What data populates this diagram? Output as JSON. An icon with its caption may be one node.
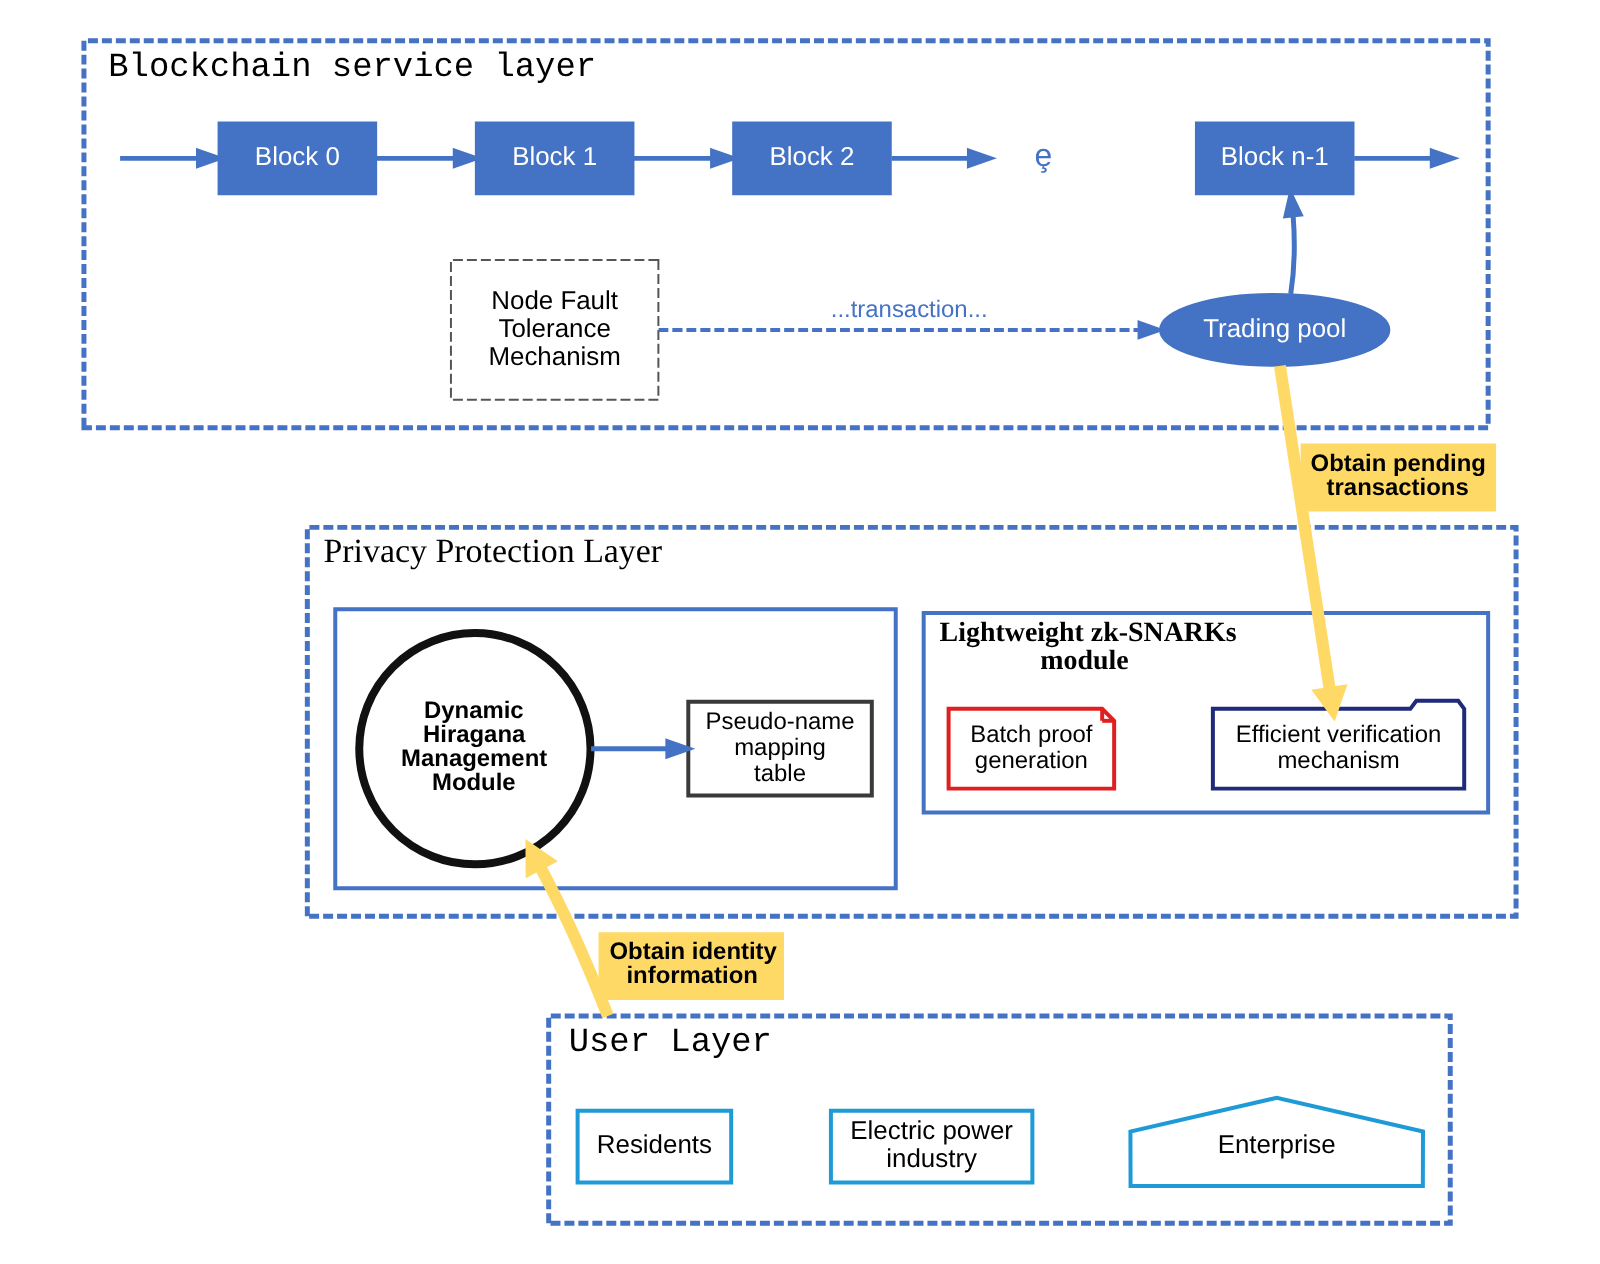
{
  "diagram": {
    "nodes": [
      {
        "text": [
          "Blockchain service layer"
        ]
      },
      {
        "text": [
          "Block 0"
        ],
        "in": 0
      },
      {
        "text": [
          "Block 1"
        ],
        "in": 0
      },
      {
        "text": [
          "Block 2"
        ],
        "in": 0
      },
      {
        "text": [
          "ȩ"
        ],
        "in": 0
      },
      {
        "text": [
          "Block n-1"
        ],
        "in": 0
      },
      {
        "text": [
          "Node Fault Tolerance Mechanism"
        ],
        "in": 0
      },
      {
        "text": [
          "Trading pool"
        ],
        "in": 0
      },
      {
        "text": [
          "Privacy Protection Layer"
        ]
      },
      {
        "text": [],
        "shape": "box",
        "in": 8
      },
      {
        "text": [
          "Dynamic Hiragana Management Module"
        ],
        "in": 9
      },
      {
        "text": [
          "Pseudo-name mapping table"
        ],
        "in": 9
      },
      {
        "text": [
          "Lightweight zk-SNARKs module"
        ],
        "in": 8
      },
      {
        "text": [
          "Batch proof generation"
        ],
        "in": 12
      },
      {
        "text": [
          "Efficient verification mechanism"
        ],
        "in": 12
      },
      {
        "text": [
          "User Layer"
        ]
      },
      {
        "text": [
          "Residents"
        ],
        "in": 15
      },
      {
        "text": [
          "Electric power industry"
        ],
        "in": 15
      },
      {
        "text": [
          "Enterprise"
        ],
        "in": 15
      }
    ],
    "edges": [
      {
        "from": null,
        "to": 1,
        "arrow": "to"
      },
      {
        "from": 1,
        "to": 2,
        "arrow": "to"
      },
      {
        "from": 2,
        "to": 3,
        "arrow": "to"
      },
      {
        "from": 3,
        "to": 4,
        "arrow": "to"
      },
      {
        "from": 5,
        "to": null,
        "arrow": "to"
      },
      {
        "from": 6,
        "to": 7,
        "arrow": "to",
        "label": "...transaction...",
        "style": "dashed"
      },
      {
        "from": 7,
        "to": 5,
        "arrow": "to"
      },
      {
        "from": 10,
        "to": 11,
        "arrow": "to"
      },
      {
        "from": 7,
        "to": 14,
        "arrow": "to",
        "label": "Obtain pending transactions",
        "style": "thick",
        "color": "#ffd966"
      },
      {
        "from": 15,
        "to": 10,
        "arrow": "to",
        "label": "Obtain identity information",
        "style": "thick",
        "color": "#ffd966"
      }
    ]
  }
}
